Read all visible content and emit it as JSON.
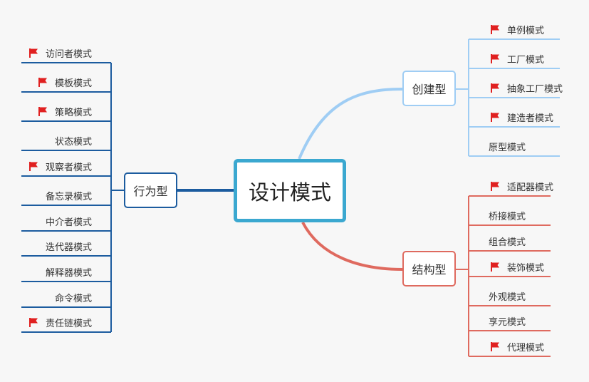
{
  "central": {
    "label": "设计模式"
  },
  "categories": {
    "creational": {
      "label": "创建型",
      "items": [
        {
          "label": "单例模式",
          "flag": true
        },
        {
          "label": "工厂模式",
          "flag": true
        },
        {
          "label": "抽象工厂模式",
          "flag": true
        },
        {
          "label": "建造者模式",
          "flag": true
        },
        {
          "label": "原型模式",
          "flag": false
        }
      ]
    },
    "structural": {
      "label": "结构型",
      "items": [
        {
          "label": "适配器模式",
          "flag": true
        },
        {
          "label": "桥接模式",
          "flag": false
        },
        {
          "label": "组合模式",
          "flag": false
        },
        {
          "label": "装饰模式",
          "flag": true
        },
        {
          "label": "外观模式",
          "flag": false
        },
        {
          "label": "享元模式",
          "flag": false
        },
        {
          "label": "代理模式",
          "flag": true
        }
      ]
    },
    "behavioral": {
      "label": "行为型",
      "items": [
        {
          "label": "访问者模式",
          "flag": true
        },
        {
          "label": "模板模式",
          "flag": true
        },
        {
          "label": "策略模式",
          "flag": true
        },
        {
          "label": "状态模式",
          "flag": false
        },
        {
          "label": "观察者模式",
          "flag": true
        },
        {
          "label": "备忘录模式",
          "flag": false
        },
        {
          "label": "中介者模式",
          "flag": false
        },
        {
          "label": "迭代器模式",
          "flag": false
        },
        {
          "label": "解释器模式",
          "flag": false
        },
        {
          "label": "命令模式",
          "flag": false
        },
        {
          "label": "责任链模式",
          "flag": true
        }
      ]
    }
  },
  "colors": {
    "central_border": "#3ba8d0",
    "creational": "#9fcdf4",
    "structural": "#df6a5f",
    "behavioral": "#1c5c9f",
    "flag": "#e02020"
  }
}
